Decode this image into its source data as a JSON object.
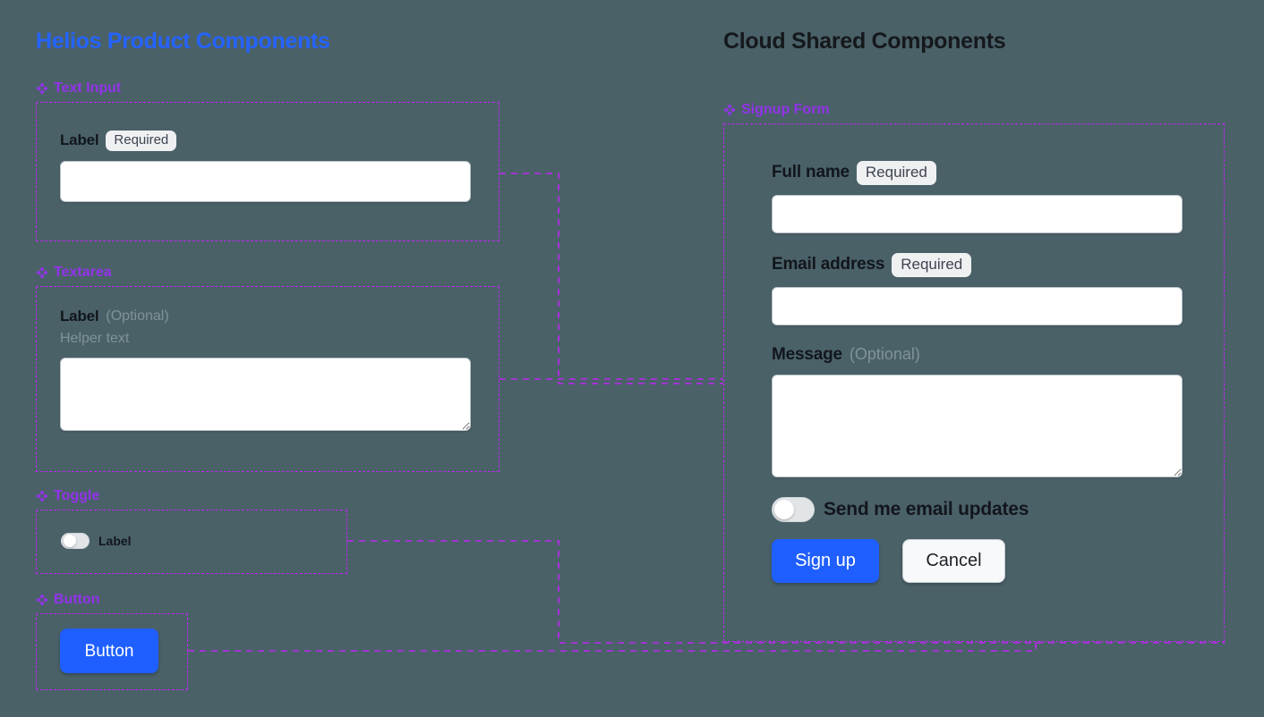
{
  "canvas": {
    "background_color": "#4a6168",
    "connector_color": "#c026f5",
    "component_accent_color": "#9333ea"
  },
  "panels": [
    {
      "id": "helios",
      "title": "Helios Product Components",
      "title_color": "#2563ff"
    },
    {
      "id": "cloud",
      "title": "Cloud Shared Components",
      "title_color": "#15181c"
    }
  ],
  "helios_components": [
    {
      "id": "text-input",
      "label": "Text Input",
      "icon": "component-diamond-icon"
    },
    {
      "id": "textarea",
      "label": "Textarea",
      "icon": "component-diamond-icon"
    },
    {
      "id": "toggle",
      "label": "Toggle",
      "icon": "component-diamond-icon"
    },
    {
      "id": "button",
      "label": "Button",
      "icon": "component-diamond-icon"
    }
  ],
  "cloud_components": [
    {
      "id": "signup-form",
      "label": "Signup Form",
      "icon": "component-diamond-icon"
    }
  ],
  "text_input_demo": {
    "label": "Label",
    "badge": "Required",
    "value": "",
    "placeholder": ""
  },
  "textarea_demo": {
    "label": "Label",
    "optional": "(Optional)",
    "helper": "Helper text",
    "value": "",
    "placeholder": ""
  },
  "toggle_demo": {
    "label": "Label",
    "state": "off"
  },
  "button_demo": {
    "label": "Button"
  },
  "signup_form": {
    "fields": [
      {
        "id": "full-name",
        "label": "Full name",
        "badge": "Required",
        "type": "text",
        "value": "",
        "placeholder": ""
      },
      {
        "id": "email-address",
        "label": "Email address",
        "badge": "Required",
        "type": "text",
        "value": "",
        "placeholder": ""
      },
      {
        "id": "message",
        "label": "Message",
        "badge": "(Optional)",
        "type": "textarea",
        "value": "",
        "placeholder": ""
      }
    ],
    "toggle": {
      "label": "Send me email updates",
      "state": "off"
    },
    "actions": {
      "primary": "Sign up",
      "secondary": "Cancel"
    }
  }
}
